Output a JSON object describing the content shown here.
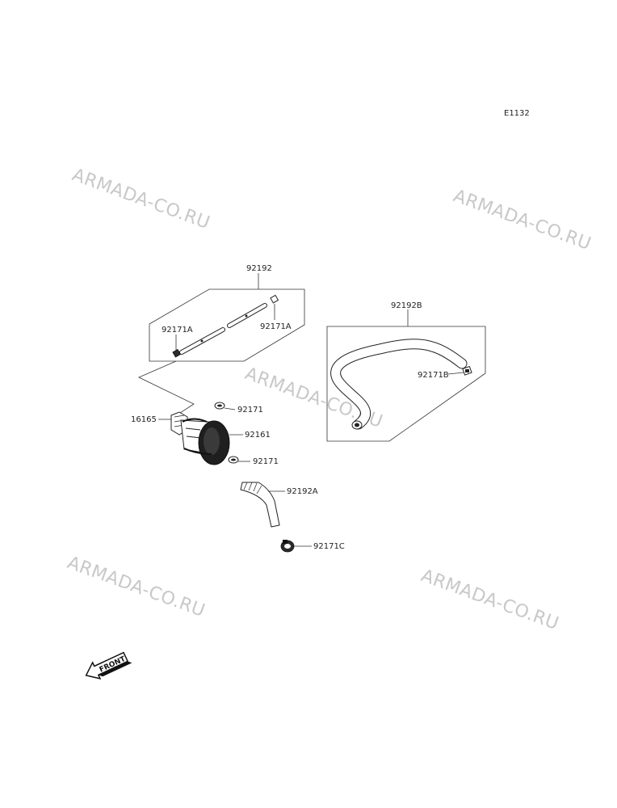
{
  "diagram_code": "E1132",
  "watermark": "ARMADA-CO.RU",
  "front_label": "FRONT",
  "parts": {
    "hose_upper": "92192",
    "clamp_a_left": "92171A",
    "clamp_a_right": "92171A",
    "hose_b": "92192B",
    "clamp_b": "92171B",
    "clamp_1": "92171",
    "fitting": "16165",
    "filter": "92161",
    "clamp_2": "92171",
    "hose_a": "92192A",
    "clamp_c": "92171C"
  }
}
